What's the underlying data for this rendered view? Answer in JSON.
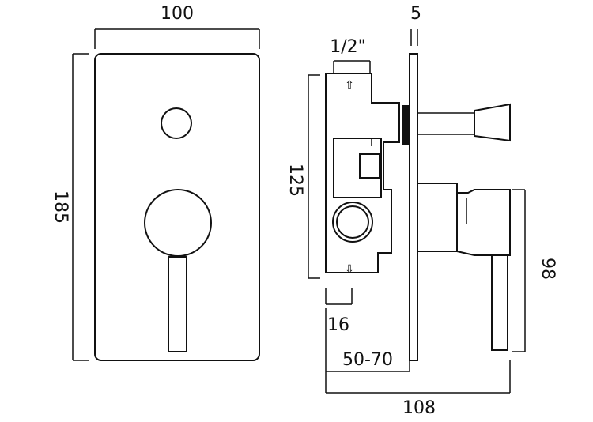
{
  "dimensions": {
    "width": "100",
    "height": "185",
    "depth_pipe": "1/2\"",
    "plate_thickness": "5",
    "body_height": "125",
    "outlet_spacing": "16",
    "wall_depth": "50-70",
    "total_depth": "108",
    "lever_height": "98"
  },
  "flow_arrows": {
    "up": "⇧",
    "down": "⇩"
  }
}
